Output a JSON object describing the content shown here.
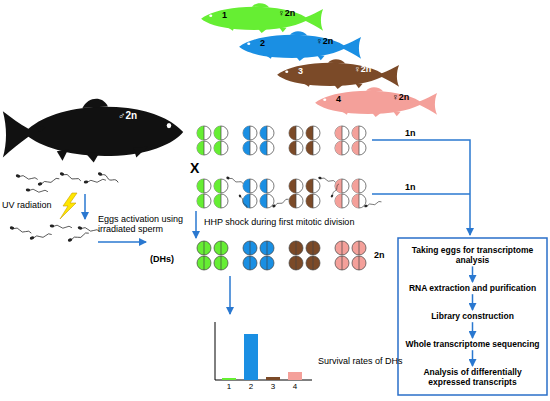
{
  "diagram": {
    "nodes": [
      {
        "text": [
          "Taking eggs for transcriptome analysis"
        ]
      },
      {
        "text": [
          "RNA extraction and purification"
        ]
      },
      {
        "text": [
          "Library construction"
        ]
      },
      {
        "text": [
          "Whole transcriptome sequencing"
        ]
      },
      {
        "text": [
          "Analysis of differentially expressed transcripts"
        ]
      }
    ],
    "edges": [
      {
        "from": 0,
        "to": 1,
        "arrow": "to"
      },
      {
        "from": 1,
        "to": 2,
        "arrow": "to"
      },
      {
        "from": 2,
        "to": 3,
        "arrow": "to"
      },
      {
        "from": 3,
        "to": 4,
        "arrow": "to"
      }
    ],
    "labels": [
      "1",
      "♀2n",
      "2",
      "♀2n",
      "3",
      "♀2n",
      "4",
      "♀2n",
      "♂2n",
      "X",
      "UV radiation",
      "Eggs activation using irradiated sperm",
      "1n",
      "1n",
      "HHP shock during first mitotic division",
      "(DHs)",
      "2n",
      "Survival rates of DHs",
      "1",
      "2",
      "3",
      "4"
    ]
  }
}
